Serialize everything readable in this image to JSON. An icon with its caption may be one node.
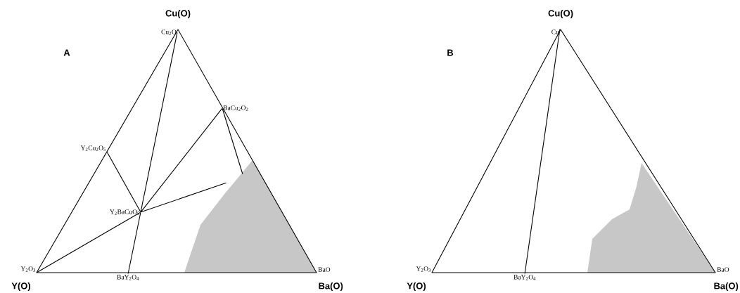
{
  "diagram": {
    "nodes": [
      {
        "text": [
          "Cu$_{2}$O"
        ]
      },
      {
        "text": [
          "BaCu$_{2}$O$_{2}$"
        ]
      },
      {
        "text": [
          "Y$_{2}$Cu$_{2}$O$_{5}$"
        ]
      },
      {
        "text": [
          "Y$_{2}$BaCuO$_{5}$"
        ]
      },
      {
        "text": [
          "Y$_{2}$O$_{3}$"
        ]
      },
      {
        "text": [
          "BaY$_{2}$O$_{4}$"
        ]
      },
      {
        "text": [
          "BaO"
        ]
      },
      {
        "text": [
          "Cu"
        ]
      },
      {
        "text": [
          "Y$_{2}$O$_{3}$"
        ]
      },
      {
        "text": [
          "BaY$_{2}$O$_{4}$"
        ]
      },
      {
        "text": [
          "BaO"
        ]
      },
      {
        "text": [],
        "shape": "area"
      },
      {
        "text": [],
        "shape": "area"
      }
    ],
    "edges": [
      {
        "from": 4,
        "to": 3,
        "arrow": "none"
      },
      {
        "from": 3,
        "to": 1,
        "arrow": "none"
      },
      {
        "from": 0,
        "to": 3,
        "arrow": "none"
      },
      {
        "from": 3,
        "to": 5,
        "arrow": "none"
      },
      {
        "from": 2,
        "to": 3,
        "arrow": "none"
      },
      {
        "from": 3,
        "to": 11,
        "arrow": "none"
      },
      {
        "from": 1,
        "to": 11,
        "arrow": "none"
      },
      {
        "from": 7,
        "to": 9,
        "arrow": "none"
      }
    ],
    "labels": [
      "A",
      "Cu(O)",
      "Y(O)",
      "Ba(O)",
      "B",
      "Cu(O)",
      "Y(O)",
      "Ba(O)"
    ]
  }
}
